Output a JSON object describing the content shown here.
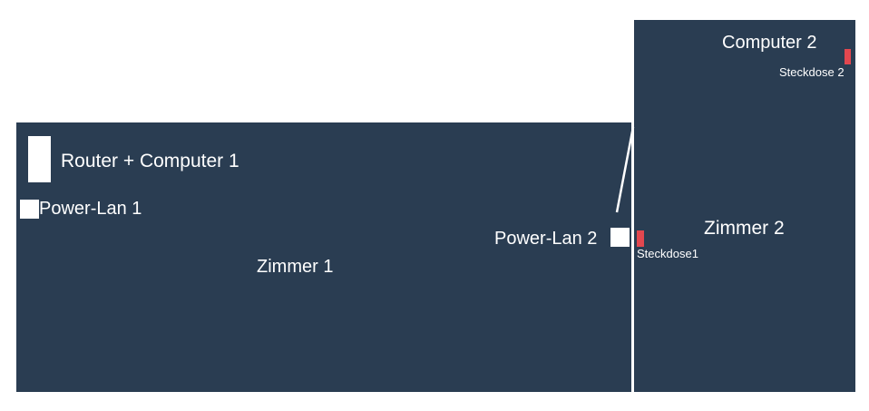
{
  "colors": {
    "room_fill": "#2a3d52",
    "socket_fill": "#e2474f",
    "device_fill": "#ffffff",
    "cable_stroke": "#ffffff"
  },
  "rooms": {
    "zimmer1": "Zimmer 1",
    "zimmer2": "Zimmer 2"
  },
  "devices": {
    "router_computer1": "Router + Computer 1",
    "powerlan1": "Power-Lan 1",
    "powerlan2": "Power-Lan 2",
    "computer2": "Computer 2"
  },
  "sockets": {
    "steckdose1": "Steckdose1",
    "steckdose2": "Steckdose 2"
  }
}
